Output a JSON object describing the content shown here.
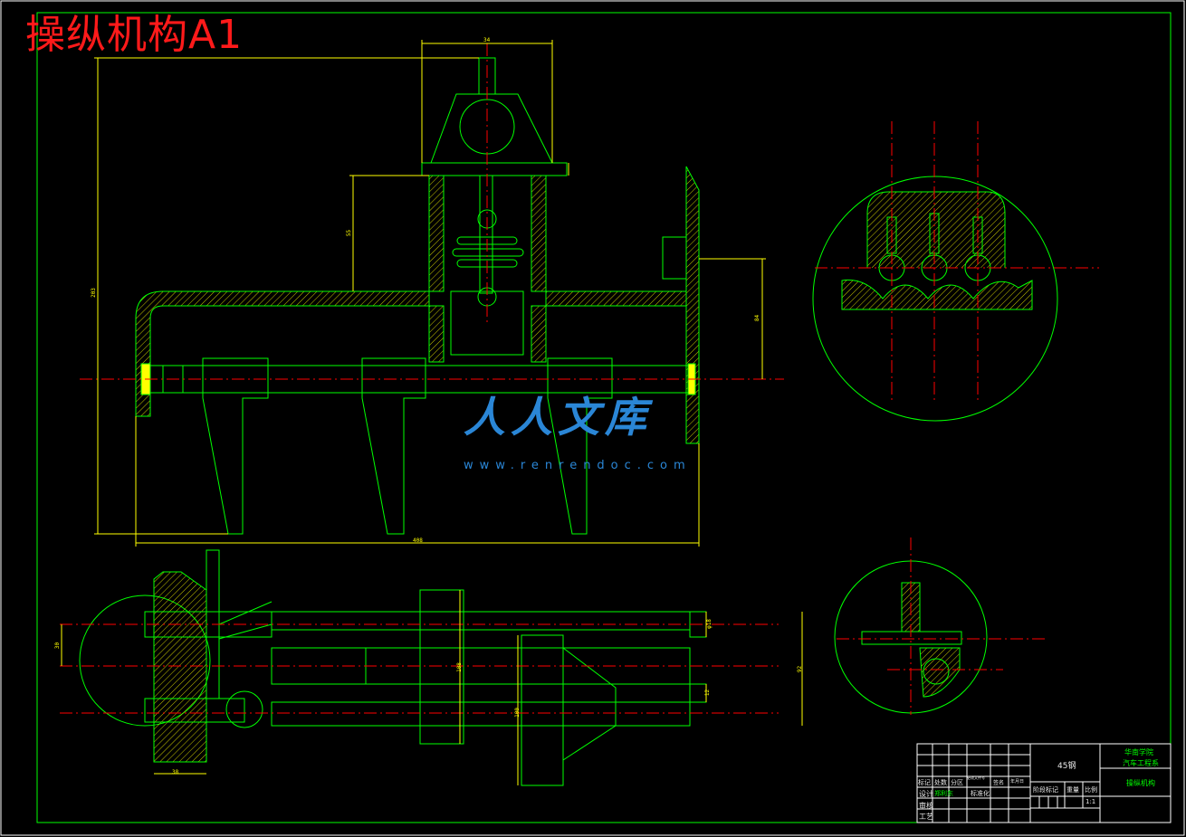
{
  "drawing": {
    "title": "操纵机构A1",
    "watermark": {
      "brand": "人人文库",
      "url": "www.renrendoc.com"
    },
    "colors": {
      "background": "#000000",
      "outline": "#00ff00",
      "dimension": "#ffff00",
      "centerline": "#ff0000",
      "hatch": "#c8c800",
      "title": "#ff1a1a",
      "watermark": "#2a86d6"
    },
    "dimensions": {
      "top_width": "34",
      "height_left": "203",
      "height_mid": "55",
      "right_h": "84",
      "bottom_width": "408",
      "plan_left": "30",
      "plan_mid": "108",
      "plan_r1": "φ18",
      "plan_r2": "12",
      "plan_r3": "92",
      "plan_bottom": "38",
      "plan_low": "100"
    },
    "title_block": {
      "material": "45钢",
      "org_line1": "华南学院",
      "org_line2": "汽车工程系",
      "part_name": "操纵机构",
      "row_labels": [
        "标记",
        "处数",
        "分区",
        "更改文件号",
        "签名",
        "年月日"
      ],
      "design_label": "设计",
      "design_value": "郑利东",
      "std_label": "标准化",
      "review_label": "审核",
      "process_label": "工艺",
      "stage_label": "阶段标记",
      "weight_label": "重量",
      "scale_label": "比例",
      "scale_value": "1:1"
    }
  }
}
